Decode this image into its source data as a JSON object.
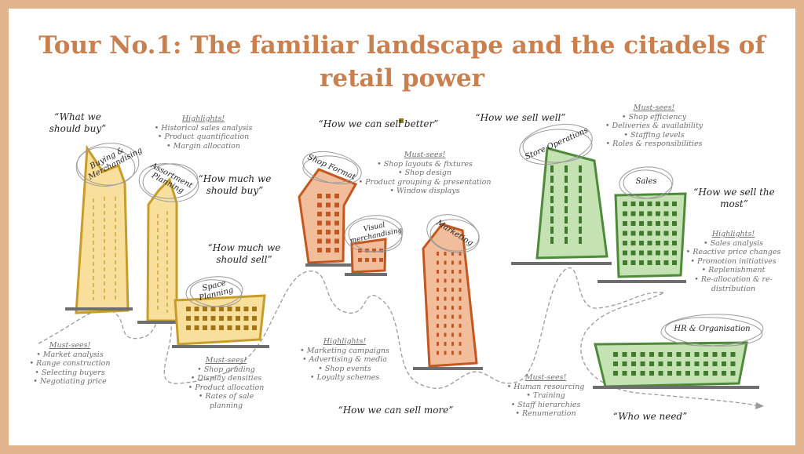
{
  "title": "Tour No.1: The familiar landscape and the citadels of retail power",
  "colors": {
    "frame": "#e1b48e",
    "title": "#c9804e",
    "yellow_fill": "#f9df9c",
    "yellow_stroke": "#c69d2a",
    "orange_fill": "#f2bd9a",
    "orange_stroke": "#c4571f",
    "green_fill": "#c5e2b2",
    "green_stroke": "#4d8a3a"
  },
  "buildings": {
    "buying": "Buying & Merchandising",
    "assortment": "Assortment Planning",
    "space": "Space Planning",
    "shop_format": "Shop Format",
    "visual": "Visual merchandising",
    "marketing": "Marketing",
    "store_ops": "Store Operations",
    "sales": "Sales",
    "hr": "HR & Organisation"
  },
  "quotes": {
    "what_buy": "“What we should buy”",
    "how_much_buy": "“How much we should buy”",
    "how_much_sell": "“How much we should sell”",
    "sell_better": "“How we can sell better”",
    "sell_well": "“How we sell well”",
    "sell_most": "“How we sell the most”",
    "sell_more": "“How we can sell more”",
    "who_need": "“Who we need”"
  },
  "notes": {
    "buying_highlights": {
      "heading": "Highlights!",
      "items": [
        "Historical sales analysis",
        "Product quantification",
        "Margin allocation"
      ]
    },
    "buying_mustsees": {
      "heading": "Must-sees!",
      "items": [
        "Market analysis",
        "Range construction",
        "Selecting buyers",
        "Negotiating price"
      ]
    },
    "space_mustsees": {
      "heading": "Must-sees!",
      "items": [
        "Shop grading",
        "Display densities",
        "Product allocation",
        "Rates of sale planning"
      ]
    },
    "shop_mustsees": {
      "heading": "Must-sees!",
      "items": [
        "Shop layouts & fixtures",
        "Shop design",
        "Product grouping & presentation",
        "Window displays"
      ]
    },
    "marketing_highlights": {
      "heading": "Highlights!",
      "items": [
        "Marketing campaigns",
        "Advertising & media",
        "Shop events",
        "Loyalty schemes"
      ]
    },
    "store_mustsees": {
      "heading": "Must-sees!",
      "items": [
        "Shop efficiency",
        "Deliveries & availability",
        "Staffing levels",
        "Roles & responsibilities"
      ]
    },
    "sales_highlights": {
      "heading": "Highlights!",
      "items": [
        "Sales analysis",
        "Reactive price changes",
        "Promotion initiatives",
        "Replenishment",
        "Re-allocation & re-distribution"
      ]
    },
    "hr_mustsees": {
      "heading": "Must-sees!",
      "items": [
        "Human resourcing",
        "Training",
        "Staff hierarchies",
        "Renumeration"
      ]
    }
  }
}
